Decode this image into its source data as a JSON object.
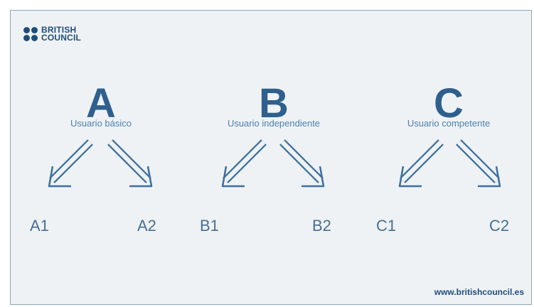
{
  "logo": {
    "line1": "BRITISH",
    "line2": "COUNCIL"
  },
  "groups": [
    {
      "letter": "A",
      "label": "Usuario básico",
      "left_level": "A1",
      "right_level": "A2"
    },
    {
      "letter": "B",
      "label": "Usuario independiente",
      "left_level": "B1",
      "right_level": "B2"
    },
    {
      "letter": "C",
      "label": "Usuario competente",
      "left_level": "C1",
      "right_level": "C2"
    }
  ],
  "footer": {
    "url": "www.britishcouncil.es"
  },
  "colors": {
    "brand": "#1f4d7a",
    "letter": "#2f5f8c",
    "label": "#4f80ad",
    "arrow": "#3d6f9e",
    "background": "#eef2f5"
  }
}
